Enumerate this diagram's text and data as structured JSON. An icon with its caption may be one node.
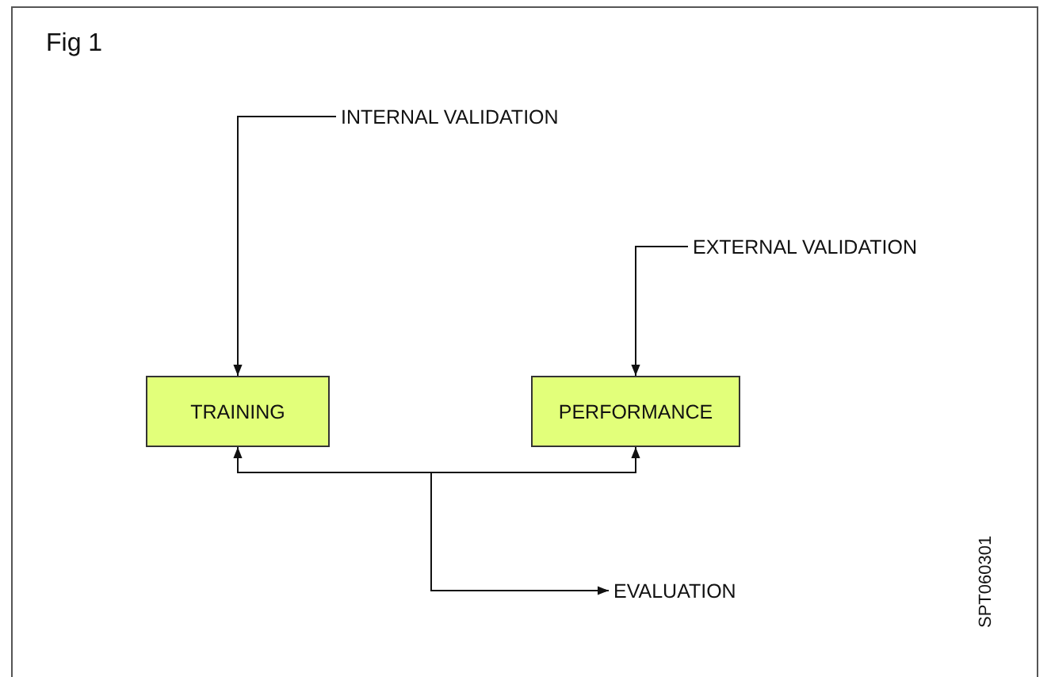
{
  "diagram": {
    "title": "Fig 1",
    "nodes": [
      {
        "text": [
          "INTERNAL VALIDATION"
        ]
      },
      {
        "text": [
          "TRAINING"
        ]
      },
      {
        "text": [
          "EXTERNAL VALIDATION"
        ]
      },
      {
        "text": [
          "PERFORMANCE"
        ]
      },
      {
        "text": [
          "EVALUATION"
        ]
      }
    ],
    "edges": [
      {
        "from": 0,
        "to": 1,
        "arrow": "to"
      },
      {
        "from": 2,
        "to": 3,
        "arrow": "to"
      },
      {
        "from": null,
        "to": 1,
        "arrow": "to"
      },
      {
        "from": null,
        "to": 3,
        "arrow": "to"
      },
      {
        "from": null,
        "to": 4,
        "arrow": "to"
      }
    ],
    "labels": [
      "SPT060301"
    ]
  }
}
